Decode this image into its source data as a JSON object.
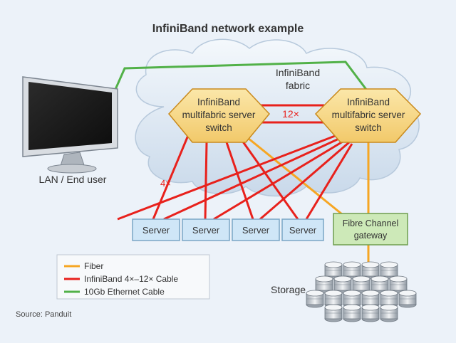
{
  "title": "InfiniBand network example",
  "cloud_label_line1": "InfiniBand",
  "cloud_label_line2": "fabric",
  "switch_left": [
    "InfiniBand",
    "multifabric server",
    "switch"
  ],
  "switch_right": [
    "InfiniBand",
    "multifabric server",
    "switch"
  ],
  "link_12x": "12×",
  "link_4x": "4×",
  "end_user": "LAN / End user",
  "servers": [
    "Server",
    "Server",
    "Server",
    "Server"
  ],
  "gateway": [
    "Fibre Channel",
    "gateway"
  ],
  "storage": "Storage",
  "legend": {
    "items": [
      {
        "label": "Fiber",
        "color": "#f6a623"
      },
      {
        "label": "InfiniBand 4×–12× Cable",
        "color": "#e8211c"
      },
      {
        "label": "10Gb Ethernet Cable",
        "color": "#52b148"
      }
    ]
  },
  "source": "Source: Panduit",
  "colors": {
    "fiber": "#f6a623",
    "infiniband": "#e8211c",
    "ethernet": "#52b148",
    "switch_fill": "#f7d98a",
    "switch_stroke": "#c98a1d",
    "server_fill": "#cfe6f7",
    "gateway_fill": "#cde9b8"
  }
}
